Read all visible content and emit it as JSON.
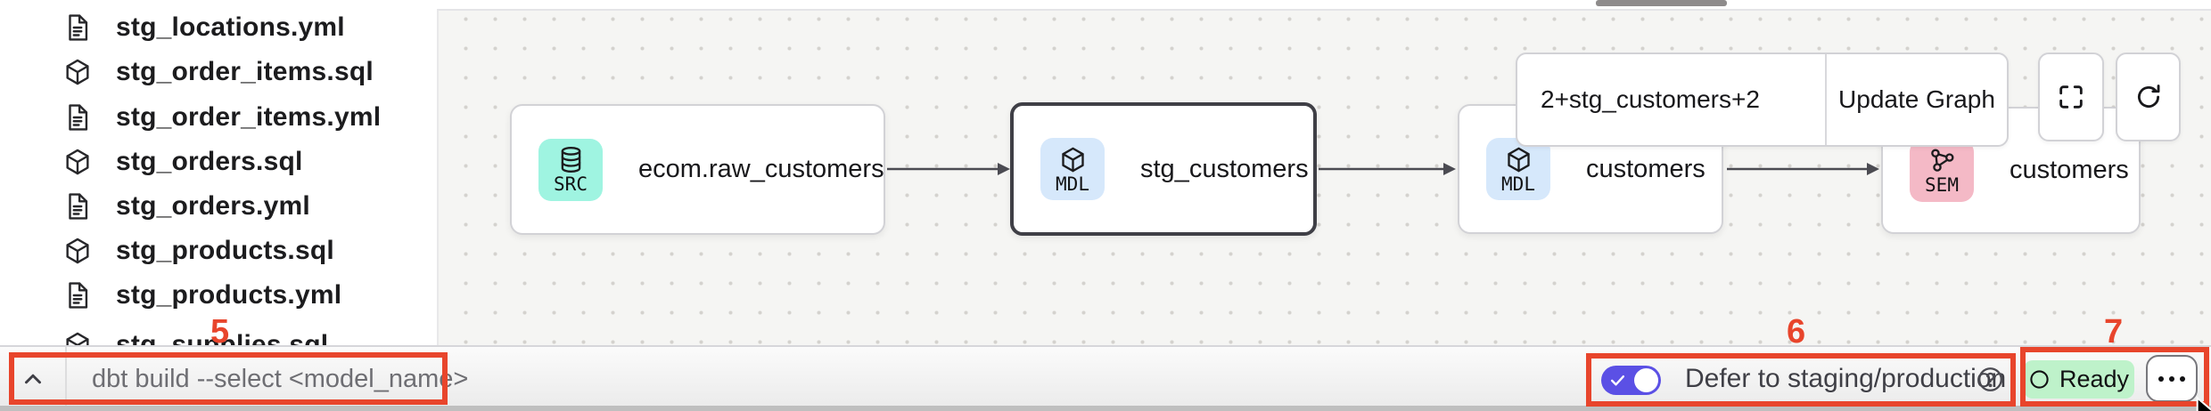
{
  "sidebar": {
    "files": [
      {
        "name": "stg_locations.yml",
        "type": "yml"
      },
      {
        "name": "stg_order_items.sql",
        "type": "sql"
      },
      {
        "name": "stg_order_items.yml",
        "type": "yml"
      },
      {
        "name": "stg_orders.sql",
        "type": "sql"
      },
      {
        "name": "stg_orders.yml",
        "type": "yml"
      },
      {
        "name": "stg_products.sql",
        "type": "sql"
      },
      {
        "name": "stg_products.yml",
        "type": "yml"
      },
      {
        "name": "stg_supplies.sql",
        "type": "sql",
        "partially_visible": true
      }
    ]
  },
  "lineage": {
    "selector_value": "2+stg_customers+2",
    "update_button_label": "Update Graph",
    "nodes": [
      {
        "badge": "SRC",
        "label": "ecom.raw_customers",
        "icon": "database-icon",
        "badge_color": "#9FF4E1",
        "selected": false
      },
      {
        "badge": "MDL",
        "label": "stg_customers",
        "icon": "cube-icon",
        "badge_color": "#D6E8FB",
        "selected": true
      },
      {
        "badge": "MDL",
        "label": "customers",
        "icon": "cube-icon",
        "badge_color": "#D6E8FB",
        "selected": false
      },
      {
        "badge": "SEM",
        "label": "customers",
        "icon": "semantic-icon",
        "badge_color": "#F4B9C6",
        "selected": false
      }
    ]
  },
  "bottom_bar": {
    "command_placeholder": "dbt build --select <model_name>",
    "defer_label": "Defer to staging/production",
    "defer_toggle_on": true,
    "status_label": "Ready"
  },
  "annotations": {
    "n5": "5",
    "n6": "6",
    "n7": "7"
  },
  "colors": {
    "annotation_red": "#E8452C",
    "toggle_on_purple": "#5B50E5",
    "ready_green_bg": "#BEF2CA",
    "badge_src_mint": "#9FF4E1",
    "badge_mdl_blue": "#D6E8FB",
    "badge_sem_pink": "#F4B9C6",
    "selected_node_border": "#3F3F46",
    "canvas_bg": "#F5F5F3"
  }
}
